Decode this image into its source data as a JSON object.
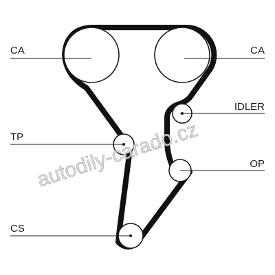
{
  "labels": {
    "ca_left": "CA",
    "ca_right": "CA",
    "idler": "IDLER",
    "tp": "TP",
    "op": "OP",
    "cs": "CS"
  },
  "watermark": "autodily-carado.cz",
  "colors": {
    "belt": "#111111",
    "line": "#1a1a1a",
    "background": "#ffffff",
    "watermark": "#d8d8d8"
  }
}
